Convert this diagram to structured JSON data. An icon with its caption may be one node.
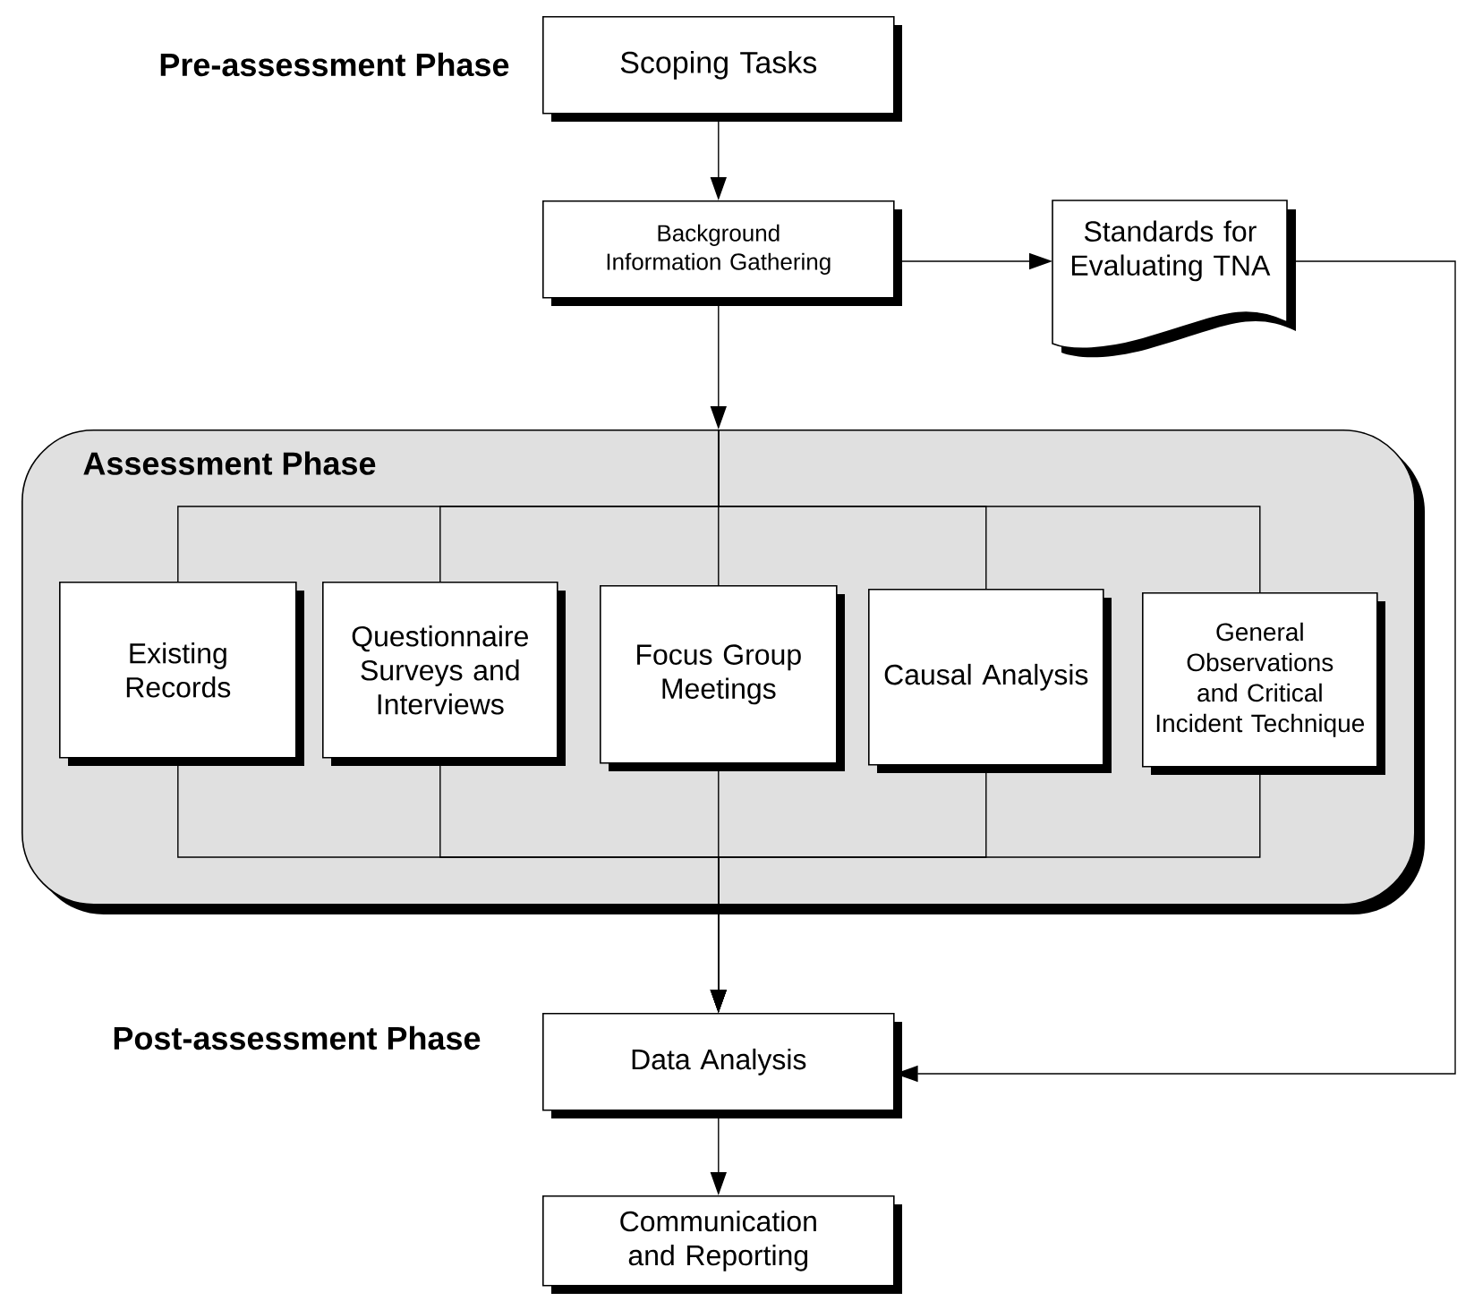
{
  "diagram": {
    "nodes": [
      {
        "text": [
          "Scoping Tasks"
        ]
      },
      {
        "text": [
          "Background Information Gathering"
        ]
      },
      {
        "text": [
          "Standards for Evaluating TNA"
        ]
      },
      {
        "text": [
          "Assessment Phase"
        ]
      },
      {
        "text": [
          "Existing Records"
        ],
        "in": 3
      },
      {
        "text": [
          "Questionnaire Surveys and Interviews"
        ],
        "in": 3
      },
      {
        "text": [
          "Focus Group Meetings"
        ],
        "in": 3
      },
      {
        "text": [
          "Causal Analysis"
        ],
        "in": 3
      },
      {
        "text": [
          "General Observations and Critical Incident Technique"
        ],
        "in": 3
      },
      {
        "text": [
          "Data Analysis"
        ]
      },
      {
        "text": [
          "Communication and Reporting"
        ]
      }
    ],
    "edges": [
      {
        "from": 0,
        "to": 1,
        "arrow": "to"
      },
      {
        "from": 1,
        "to": 2,
        "arrow": "to"
      },
      {
        "from": 2,
        "to": 9,
        "arrow": "to"
      },
      {
        "from": 1,
        "to": 3,
        "arrow": "to"
      },
      {
        "from": 3,
        "to": 4,
        "arrow": "none"
      },
      {
        "from": 3,
        "to": 5,
        "arrow": "none"
      },
      {
        "from": 3,
        "to": 6,
        "arrow": "none"
      },
      {
        "from": 3,
        "to": 7,
        "arrow": "none"
      },
      {
        "from": 3,
        "to": 8,
        "arrow": "none"
      },
      {
        "from": 4,
        "to": 9,
        "arrow": "to"
      },
      {
        "from": 5,
        "to": 9,
        "arrow": "to"
      },
      {
        "from": 6,
        "to": 9,
        "arrow": "to"
      },
      {
        "from": 7,
        "to": 9,
        "arrow": "to"
      },
      {
        "from": 8,
        "to": 9,
        "arrow": "to"
      },
      {
        "from": 9,
        "to": 10,
        "arrow": "to"
      }
    ],
    "labels": [
      "Pre-assessment Phase",
      "Post-assessment Phase"
    ]
  }
}
